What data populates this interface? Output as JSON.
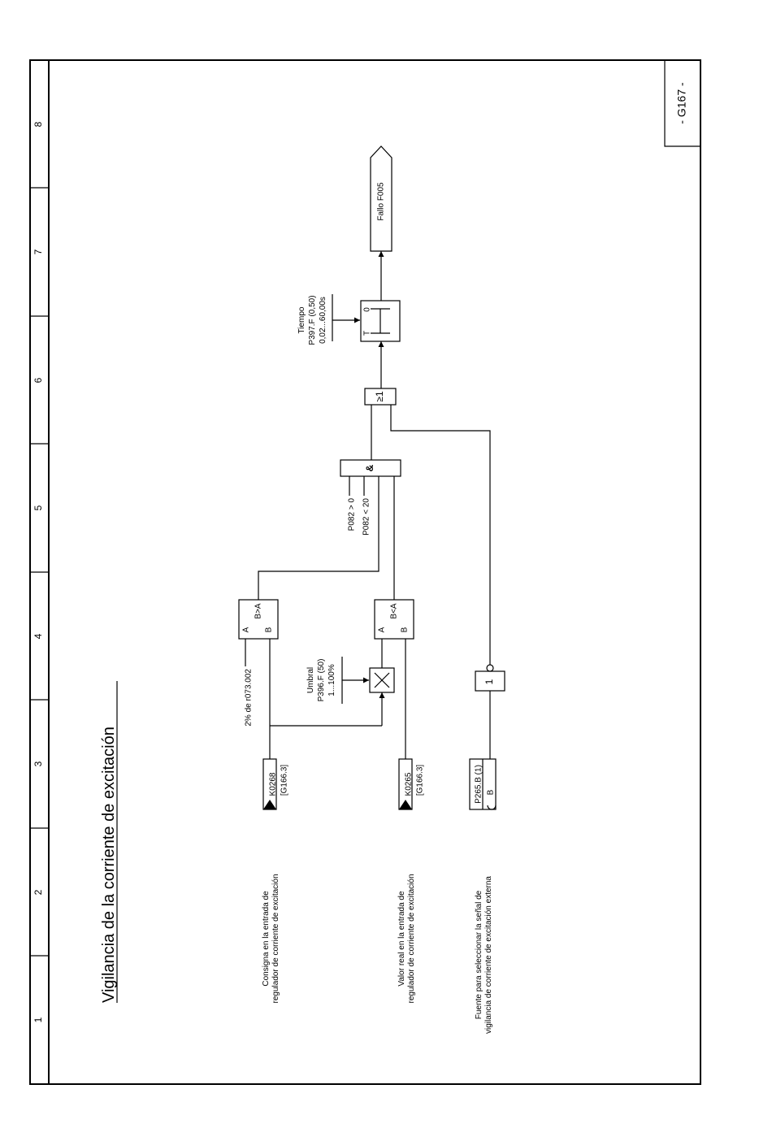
{
  "sheet": {
    "title": "Vigilancia de la corriente de excitación",
    "page_id": "- G167 -",
    "columns": [
      "1",
      "2",
      "3",
      "4",
      "5",
      "6",
      "7",
      "8"
    ]
  },
  "sources": {
    "setpoint": {
      "desc_line1": "Consigna en la entrada de",
      "desc_line2": "regulador de corriente de excitación",
      "connector": "K0268",
      "ref": "[G166.3]"
    },
    "actual": {
      "desc_line1": "Valor real en la entrada de",
      "desc_line2": "regulador de corriente de excitación",
      "connector": "K0265",
      "ref": "[G166.3]"
    },
    "external": {
      "desc_line1": "Fuente para seleccionar la señal de",
      "desc_line2": "vigilancia de corriente de excitación externa",
      "param": "P265.B (1)",
      "type": "B"
    }
  },
  "blocks": {
    "cmp1": {
      "a": "A",
      "b": "B",
      "op": "B>A",
      "input_a": "2% de r073.002"
    },
    "cmp2": {
      "a": "A",
      "b": "B",
      "op": "B<A"
    },
    "mult": {
      "label": "Umbral",
      "param": "P396.F (50)",
      "range": "1...100%"
    },
    "and_gate": {
      "symbol": "&",
      "cond1": "P082 > 0",
      "cond2": "P082 < 20"
    },
    "not_gate": {
      "symbol": "1"
    },
    "or_gate": {
      "symbol": "≥1"
    },
    "timer": {
      "label": "Tiempo",
      "param": "P397.F (0,50)",
      "range": "0,02...60,00s",
      "t": "T",
      "zero": "0"
    },
    "output": {
      "label": "Fallo F005"
    }
  }
}
